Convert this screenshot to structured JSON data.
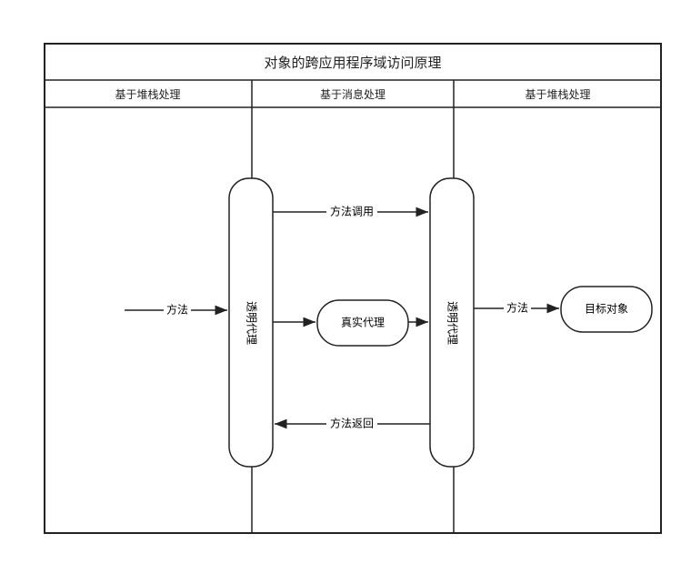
{
  "diagram": {
    "title": "对象的跨应用程序域访问原理",
    "lanes": [
      {
        "label": "基于堆栈处理"
      },
      {
        "label": "基于消息处理"
      },
      {
        "label": "基于堆栈处理"
      }
    ],
    "nodes": {
      "proxy_left": "透明代理",
      "real_proxy": "真实代理",
      "proxy_right": "透明代理",
      "target": "目标对象"
    },
    "edges": {
      "method_in": "方法",
      "method_call": "方法调用",
      "method_return": "方法返回",
      "method_out": "方法"
    },
    "colors": {
      "stroke": "#222222",
      "fill": "#ffffff"
    }
  }
}
